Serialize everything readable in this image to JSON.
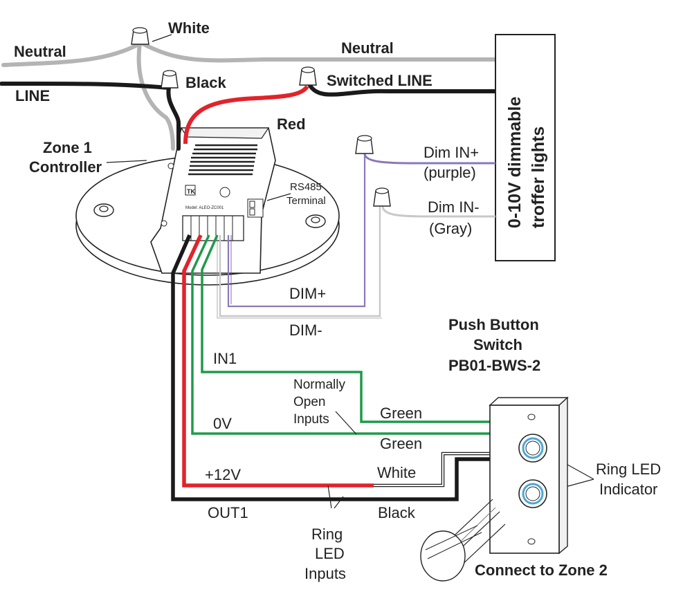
{
  "labels": {
    "neutral_left": "Neutral",
    "white_top": "White",
    "neutral_right": "Neutral",
    "line": "LINE",
    "black_top": "Black",
    "switched_line": "Switched LINE",
    "red": "Red",
    "zone1_line1": "Zone 1",
    "zone1_line2": "Controller",
    "rs485_line1": "RS485",
    "rs485_line2": "Terminal",
    "device_brand": "TK",
    "device_model": "Model: ALEO-ZC001",
    "dim_in_plus": "Dim IN+",
    "purple": "(purple)",
    "dim_in_minus": "Dim IN-",
    "gray": "(Gray)",
    "troffer_line1": "0-10V dimmable",
    "troffer_line2": "troffer lights",
    "dim_plus": "DIM+",
    "dim_minus": "DIM-",
    "push_line1": "Push Button",
    "push_line2": "Switch",
    "push_line3": "PB01-BWS-2",
    "in1": "IN1",
    "no_line1": "Normally",
    "no_line2": "Open",
    "no_line3": "Inputs",
    "green1": "Green",
    "green2": "Green",
    "zero_v": "0V",
    "plus12": "+12V",
    "white_low": "White",
    "out1": "OUT1",
    "black_low": "Black",
    "ring_led_line1": "Ring LED",
    "ring_led_line2": "Indicator",
    "ring_in_line1": "Ring",
    "ring_in_line2": "LED",
    "ring_in_line3": "Inputs",
    "connect_zone2": "Connect to Zone 2"
  },
  "wire_colors": {
    "neutral": "#b4b4b4",
    "line": "#1a1a1a",
    "red": "#e1232b",
    "green": "#1f9a4a",
    "purple": "#8b78b6",
    "gray": "#c8c8c8"
  }
}
